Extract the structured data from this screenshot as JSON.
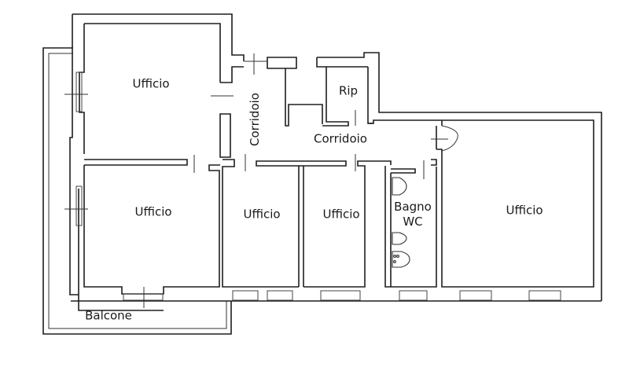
{
  "plan": {
    "title": "Office floor plan",
    "line_color": "#1e1e1e",
    "background": "#ffffff",
    "rooms": [
      {
        "id": "ufficio-1",
        "label": "Ufficio"
      },
      {
        "id": "ufficio-2",
        "label": "Ufficio"
      },
      {
        "id": "ufficio-3",
        "label": "Ufficio"
      },
      {
        "id": "ufficio-4",
        "label": "Ufficio"
      },
      {
        "id": "ufficio-5",
        "label": "Ufficio"
      },
      {
        "id": "corridoio-vertical",
        "label": "Corridoio"
      },
      {
        "id": "corridoio-horizontal",
        "label": "Corridoio"
      },
      {
        "id": "ripostiglio",
        "label": "Rip"
      },
      {
        "id": "bagno",
        "label": "Bagno",
        "label_line2": "WC"
      },
      {
        "id": "balcone",
        "label": "Balcone"
      }
    ],
    "fixtures": [
      {
        "id": "toilet",
        "icon": "toilet-icon"
      },
      {
        "id": "bidet",
        "icon": "bidet-icon"
      },
      {
        "id": "sink",
        "icon": "sink-icon"
      }
    ]
  }
}
